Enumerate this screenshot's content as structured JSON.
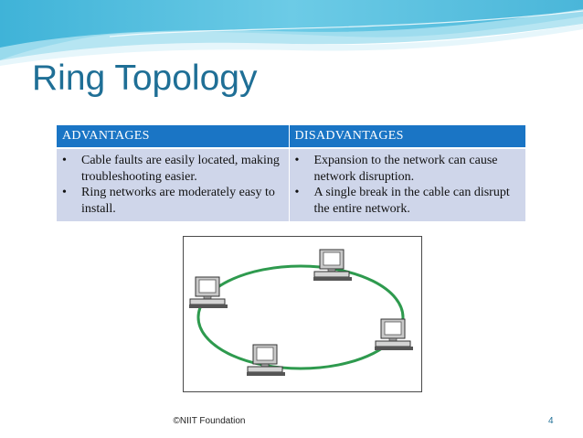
{
  "slide": {
    "title": "Ring Topology",
    "footer": "©NIIT Foundation",
    "page_number": "4"
  },
  "table": {
    "headers": [
      "ADVANTAGES",
      "DISADVANTAGES"
    ],
    "advantages": [
      "Cable faults are easily located, making troubleshooting easier.",
      "Ring networks are moderately easy to install."
    ],
    "disadvantages": [
      "Expansion to the network can cause network disruption.",
      "A single break in the cable can disrupt the entire network."
    ],
    "bullet": "•"
  },
  "diagram": {
    "ring_color": "#2e9a4e",
    "computer_icons": [
      "computer-icon",
      "computer-icon",
      "computer-icon",
      "computer-icon"
    ]
  },
  "colors": {
    "title": "#1f6f96",
    "header_bg": "#1a75c5",
    "cell_bg": "#cfd6ea",
    "header_band": "#5fc0e0"
  }
}
